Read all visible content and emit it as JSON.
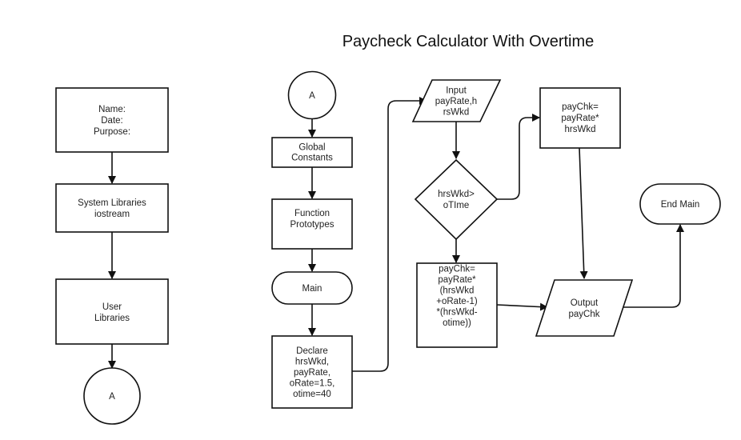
{
  "title": "Paycheck Calculator With Overtime",
  "nodes": {
    "header_box": [
      "Name:",
      "Date:",
      "Purpose:"
    ],
    "system_libraries": [
      "System Libraries",
      "iostream"
    ],
    "user_libraries": [
      "User",
      "Libraries"
    ],
    "connector_a_left": [
      "A"
    ],
    "connector_a_top": [
      "A"
    ],
    "global_constants": [
      "Global",
      "Constants"
    ],
    "function_prototypes": [
      "Function",
      "Prototypes"
    ],
    "main": [
      "Main"
    ],
    "declare": [
      "Declare",
      "hrsWkd,",
      "payRate,",
      "oRate=1.5,",
      "otime=40"
    ],
    "input": [
      "Input",
      "payRate,h",
      "rsWkd"
    ],
    "decision": [
      "hrsWkd>",
      "oTIme"
    ],
    "paychk_regular": [
      "payChk=",
      "payRate*",
      "hrsWkd"
    ],
    "paychk_overtime": [
      "payChk=",
      "payRate*",
      "(hrsWkd",
      "+oRate-1)",
      "*(hrsWkd-",
      "otime))"
    ],
    "output": [
      "Output",
      "payChk"
    ],
    "end_main": [
      "End Main"
    ]
  }
}
